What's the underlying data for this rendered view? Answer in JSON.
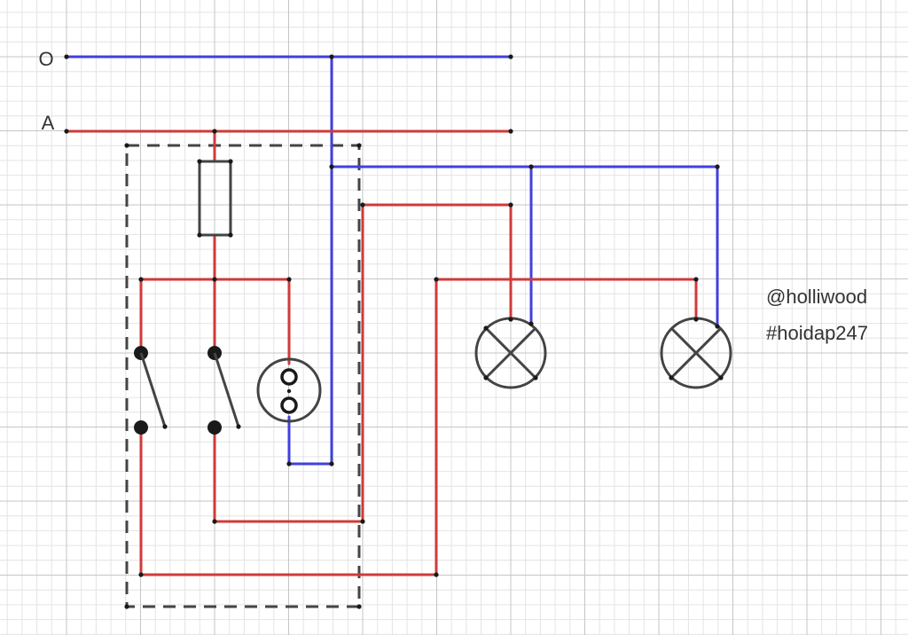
{
  "diagram": {
    "line_labels": {
      "neutral": "O",
      "phase": "A"
    },
    "watermark": {
      "handle": "@holliwood",
      "tag": "#hoidap247"
    },
    "colors": {
      "neutral_wire": "#4040e0",
      "phase_wire": "#d03a3a",
      "component": "#444444",
      "box_border": "#444444",
      "node": "#1a1a1a",
      "grid_major": "#c6c6c6",
      "grid_minor": "#e4e4e4",
      "text": "#333333"
    },
    "components": [
      "fuse",
      "switch-1",
      "switch-2",
      "socket",
      "lamp-1",
      "lamp-2",
      "electrical-panel"
    ]
  }
}
